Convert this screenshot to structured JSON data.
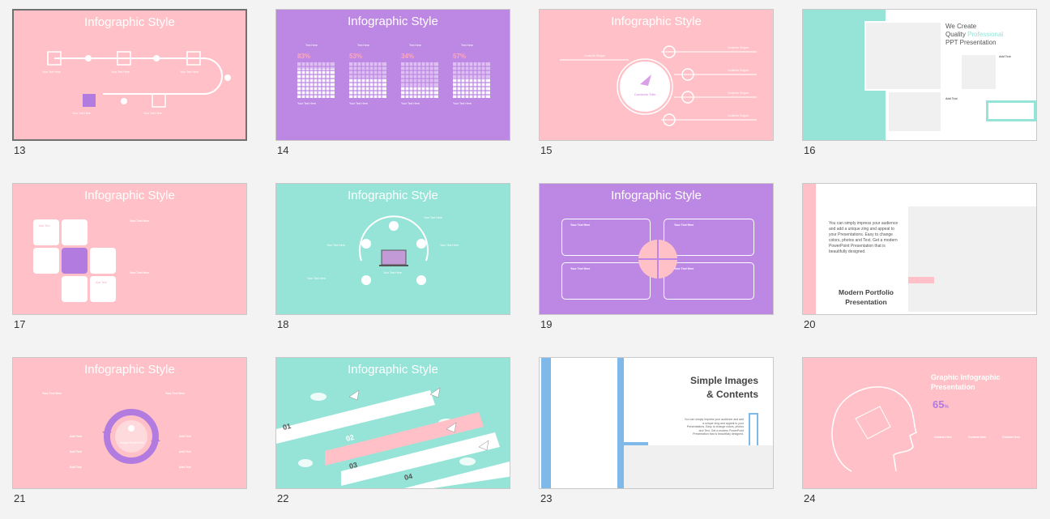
{
  "slides": [
    {
      "number": "13",
      "title": "Infographic Style",
      "bg": "#ffc1c7",
      "selected": true,
      "labels": [
        "Your Text Here",
        "Your Text Here",
        "Your Text Here",
        "Your Text Here",
        "Your Text Here"
      ]
    },
    {
      "number": "14",
      "title": "Infographic Style",
      "bg": "#bd88e4",
      "percents": [
        "83%",
        "53%",
        "34%",
        "57%"
      ],
      "labels": [
        "Text Here",
        "Text Here",
        "Text Here",
        "Text Here"
      ],
      "footer_label": "Your Text Here"
    },
    {
      "number": "15",
      "title": "Infographic Style",
      "bg": "#ffc1c7",
      "center_label": "Contents Title",
      "left_label": "Contents Slogan",
      "right_labels": [
        "Contents Slogan",
        "Contents Slogan",
        "Contents Slogan",
        "Contents Slogan"
      ]
    },
    {
      "number": "16",
      "bg": "#ffffff",
      "heading_lines": [
        "We Create",
        "Quality",
        "Professional",
        "PPT Presentation"
      ],
      "add_text": "Add Text"
    },
    {
      "number": "17",
      "title": "Infographic Style",
      "bg": "#ffc1c7",
      "tile_labels": [
        "Add Text",
        "Add Text"
      ],
      "right_labels": [
        "Your Text Here",
        "Your Text Here"
      ]
    },
    {
      "number": "18",
      "title": "Infographic Style",
      "bg": "#96e4d7",
      "labels": [
        "Your Text Here",
        "Your Text Here",
        "Your Text Here",
        "Your Text Here",
        "Your Text Here"
      ]
    },
    {
      "number": "19",
      "title": "Infographic Style",
      "bg": "#bd88e4",
      "box_labels": [
        "Your Text Here",
        "Your Text Here",
        "Your Text Here",
        "Your Text Here"
      ]
    },
    {
      "number": "20",
      "bg": "#ffffff",
      "body": "You can simply impress your audience and add a unique zing and appeal to your Presentations. Easy to change colors, photos and Text. Get a modern PowerPoint Presentation that is beautifully designed.",
      "heading_lines": [
        "Modern Portfolio",
        "Presentation"
      ]
    },
    {
      "number": "21",
      "title": "Infographic Style",
      "bg": "#ffc1c7",
      "labels": [
        "Your Text Here",
        "Your Text Here",
        "Add Text",
        "Add Text",
        "Add Text",
        "Add Text",
        "Add Text",
        "Add Text"
      ],
      "center_label": "Simple PowerPoint"
    },
    {
      "number": "22",
      "title": "Infographic Style",
      "bg": "#96e4d7",
      "steps": [
        "01",
        "02",
        "03",
        "04"
      ]
    },
    {
      "number": "23",
      "bg": "#ffffff",
      "heading_lines": [
        "Simple Images",
        "& Contents"
      ],
      "body": "You can simply impress your audience and add a unique zing and appeal to your Presentations. Easy to change colors, photos and Text. Get a modern PowerPoint Presentation that is beautifully designed."
    },
    {
      "number": "24",
      "bg": "#ffc1c7",
      "heading_lines": [
        "Graphic Infographic",
        "Presentation"
      ],
      "percent": "65",
      "percent_unit": "%",
      "col_labels": [
        "Content Here",
        "Content Here",
        "Content Here"
      ]
    }
  ],
  "colors": {
    "pink": "#ffc1c7",
    "purple": "#bd88e4",
    "mint": "#96e4d7",
    "blue": "#7fb9ea",
    "accent_purple": "#b27be0"
  }
}
